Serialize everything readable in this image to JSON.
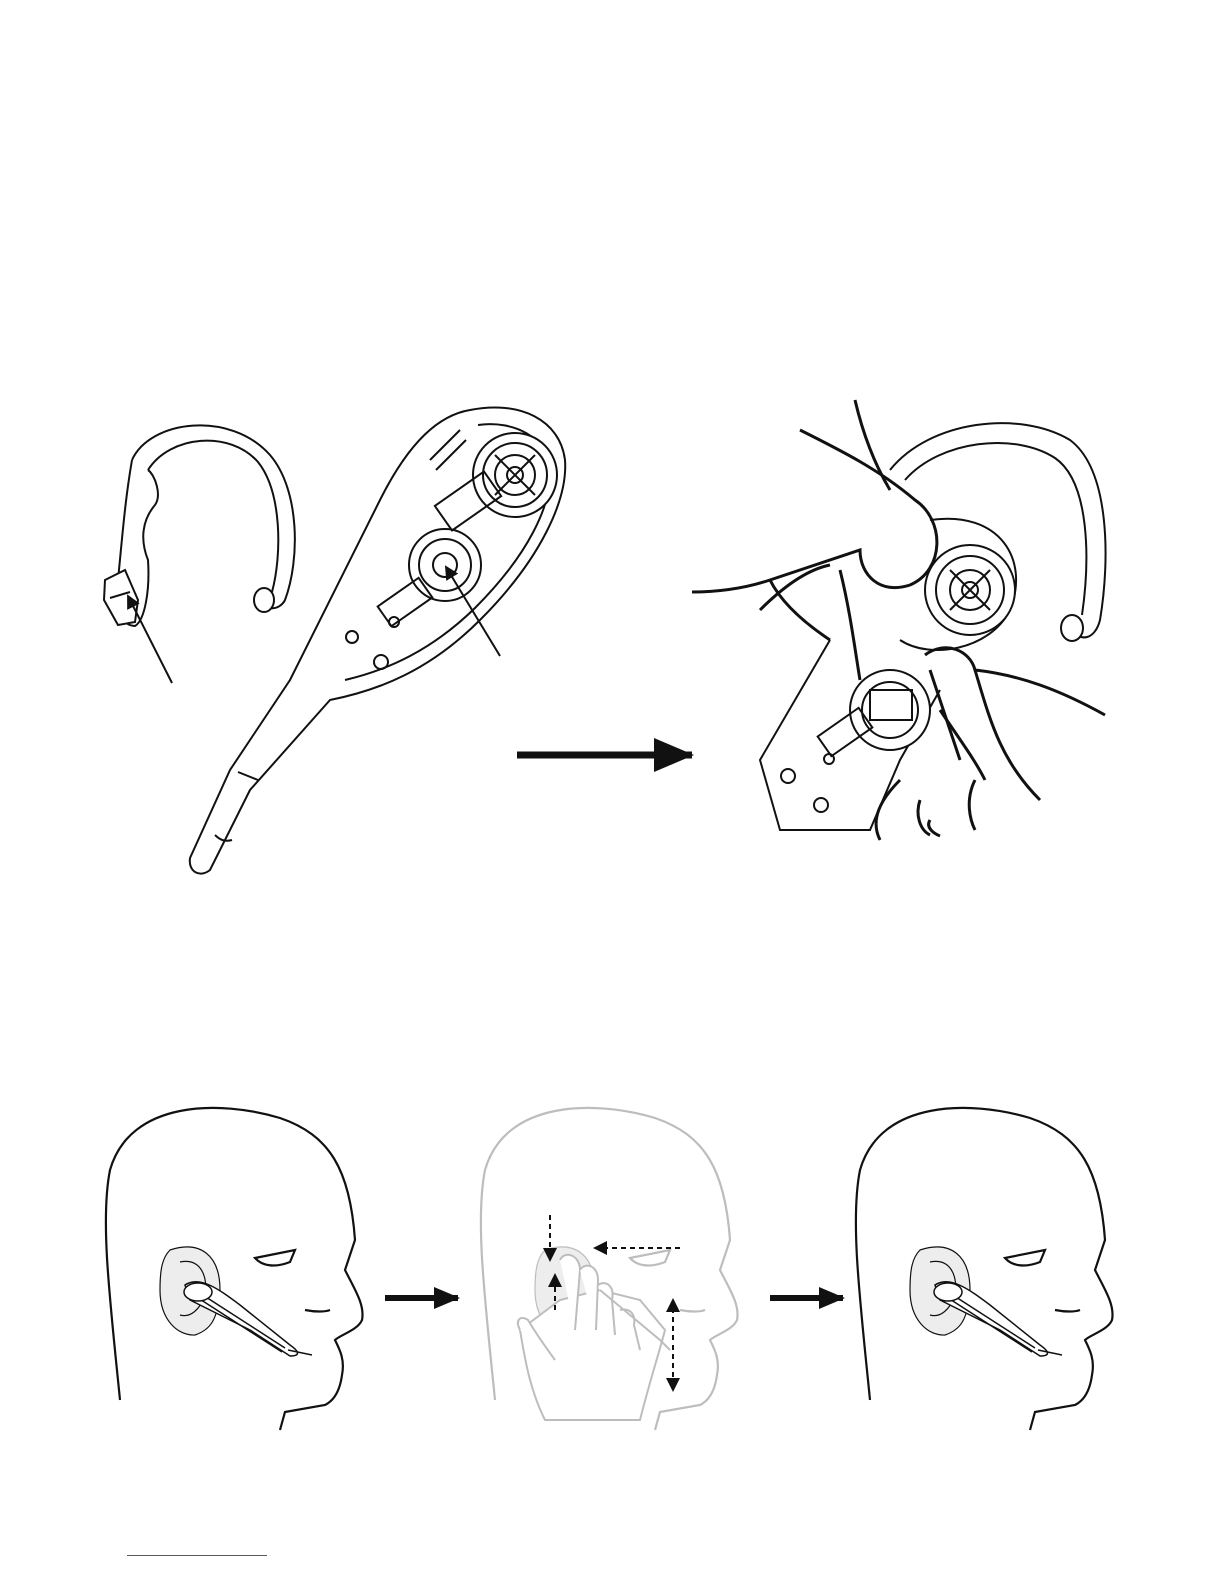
{
  "page": {
    "background": "#ffffff",
    "line_color": "#111111",
    "faded_line_color": "#bdbdbd",
    "skin_fill": "#ededed",
    "footer_rule_color": "#3b55c9"
  },
  "figures": {
    "step1": {
      "components": [
        "earhook",
        "headset"
      ],
      "pointer_arrows": 2
    },
    "step2": {
      "components": [
        "hands",
        "headset",
        "earhook"
      ]
    },
    "step3": {
      "components": [
        "head-wearing-headset",
        "head-adjusting-headset",
        "head-wearing-headset"
      ],
      "direction_arrows": 2,
      "adjustment_arrows": 4
    }
  }
}
